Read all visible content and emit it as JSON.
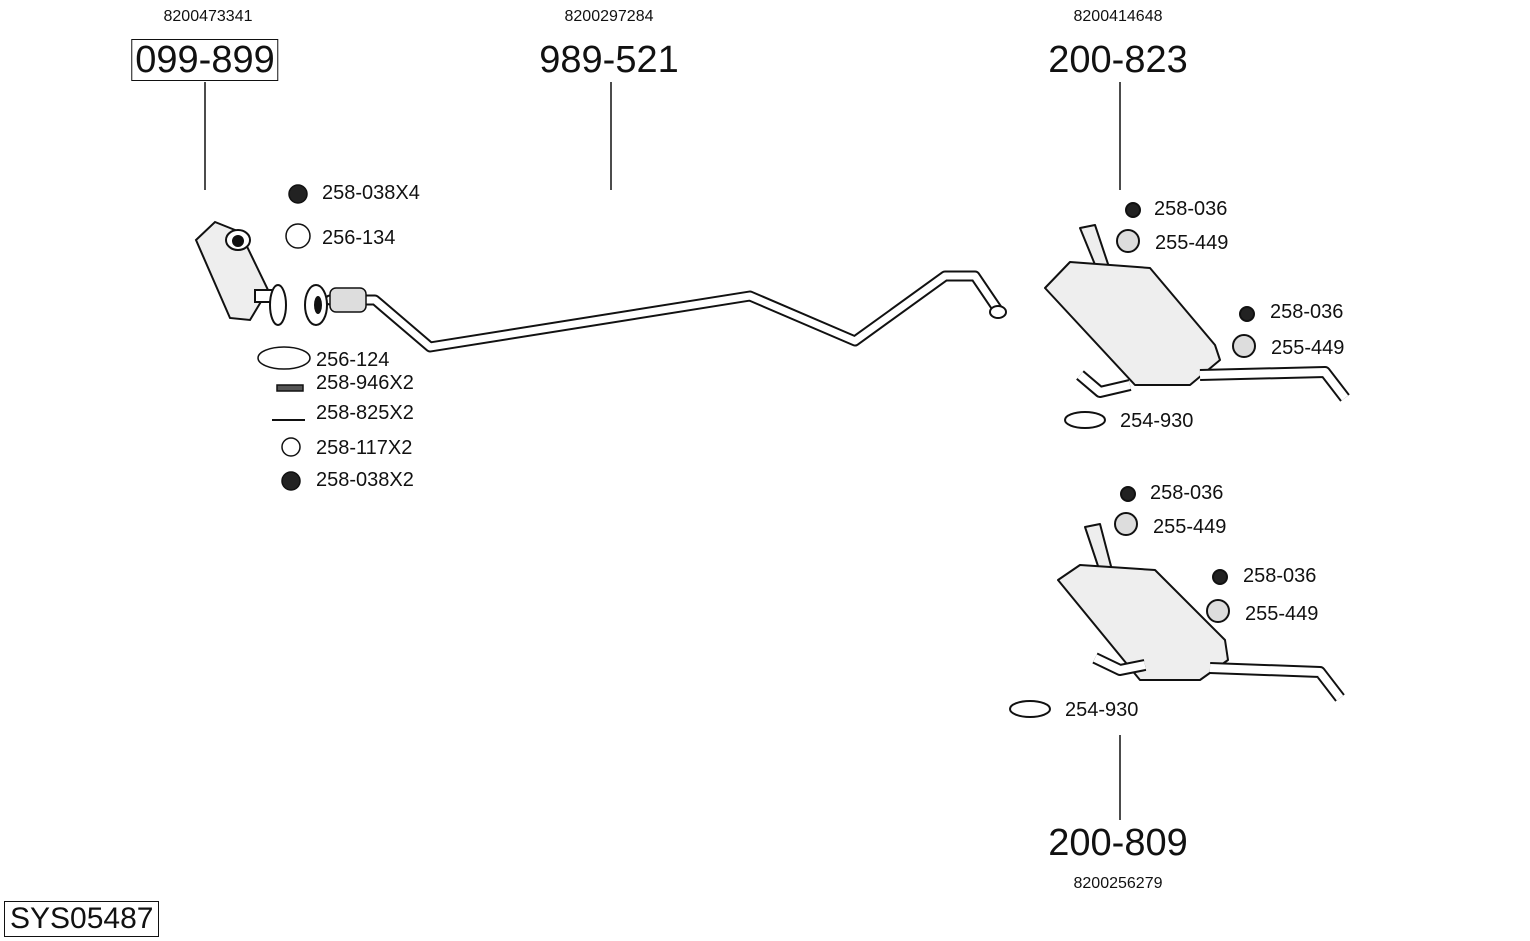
{
  "system_code": "SYS05487",
  "parts": [
    {
      "number": "099-899",
      "oem": "8200473341"
    },
    {
      "number": "989-521",
      "oem": "8200297284"
    },
    {
      "number": "200-823",
      "oem": "8200414648"
    },
    {
      "number": "200-809",
      "oem": "8200256279"
    }
  ],
  "hardware_front": [
    "258-038X4",
    "256-134",
    "256-124",
    "258-946X2",
    "258-825X2",
    "258-117X2",
    "258-038X2"
  ],
  "hardware_rear_823": [
    "258-036",
    "255-449",
    "258-036",
    "255-449",
    "254-930"
  ],
  "hardware_rear_809": [
    "258-036",
    "255-449",
    "258-036",
    "255-449",
    "254-930"
  ]
}
